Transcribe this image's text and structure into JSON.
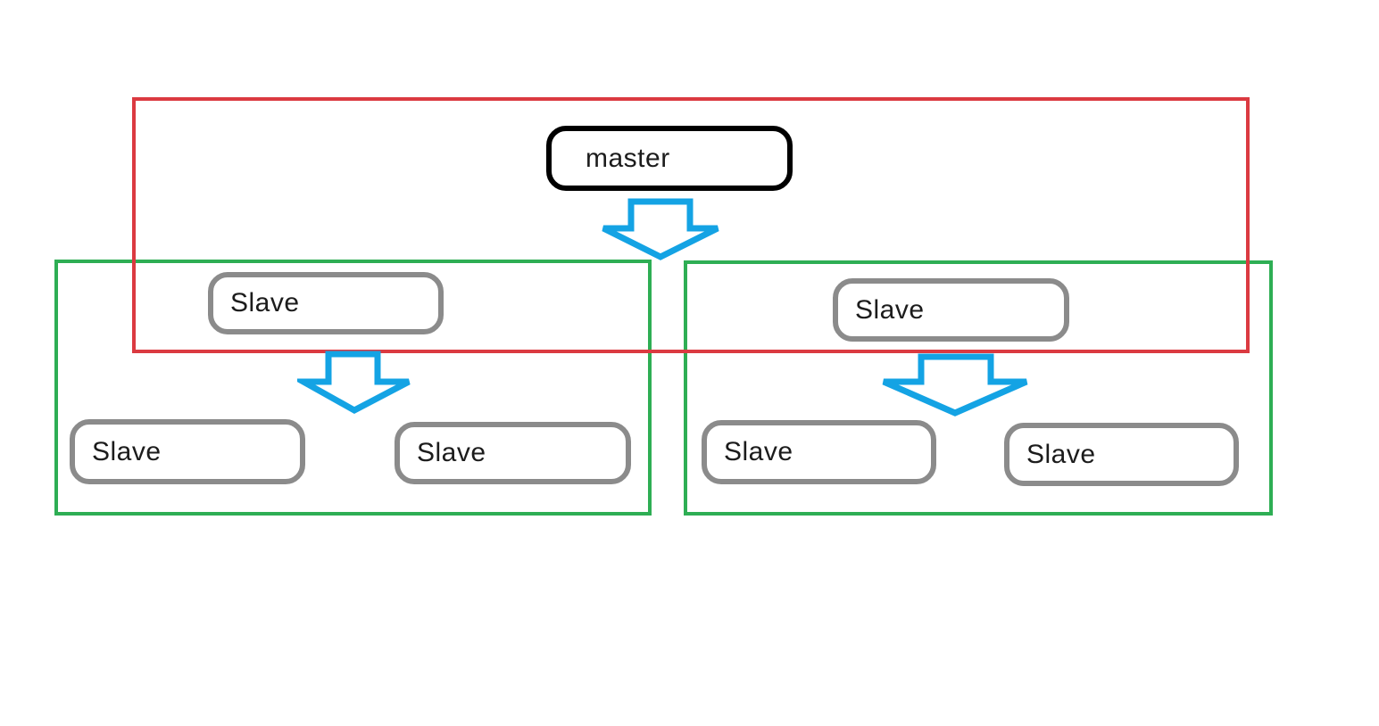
{
  "diagram": {
    "type": "hierarchy",
    "description_visible_text_only": "master replicated to two slaves, each replicated to two slaves",
    "nodes": {
      "master": "master",
      "slave_top_left": "Slave",
      "slave_top_right": "Slave",
      "slave_bottom_left_1": "Slave",
      "slave_bottom_left_2": "Slave",
      "slave_bottom_right_1": "Slave",
      "slave_bottom_right_2": "Slave"
    },
    "icons": {
      "arrow_master": "down-arrow-icon",
      "arrow_left_group": "down-arrow-icon",
      "arrow_right_group": "down-arrow-icon"
    }
  },
  "colors": {
    "red": "#db3a41",
    "green": "#2eae54",
    "blue": "#14a3e4",
    "gray": "#8b8b8b",
    "black": "#000000"
  }
}
